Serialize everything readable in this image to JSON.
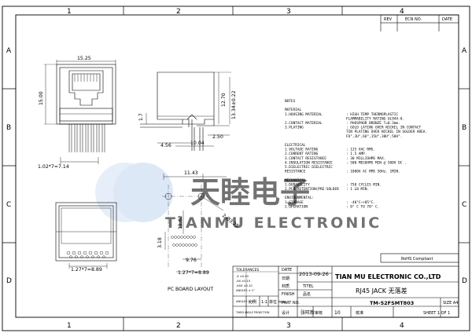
{
  "watermark": {
    "brand_cn": "天睦电子",
    "brand_en": "TIANMU ELECTRONIC"
  },
  "zones": {
    "cols": [
      "1",
      "2",
      "3",
      "4"
    ],
    "rows": [
      "A",
      "B",
      "C",
      "D"
    ]
  },
  "revision": {
    "headers": [
      "REV",
      "ECN NO.",
      "DATE"
    ]
  },
  "front_view": {
    "width_dim": "15.25",
    "height_dim": "15.00",
    "pin_pitch_dim": "1.02*7=7.14"
  },
  "side_view": {
    "dims": [
      "1.7",
      "4.56",
      "10.04",
      "12.70",
      "13.34±0.22",
      "2.50"
    ]
  },
  "bottom_view": {
    "pin_pitch_dim": "1.27*7=8.89"
  },
  "pcb_layout": {
    "dims": [
      "11.43",
      "2-Ø3.25",
      "11.62",
      "3.18",
      "9.76",
      "1.27*7=8.89"
    ],
    "caption": "PC BOARD LAYOUT"
  },
  "notes": [
    {
      "label": "NOTES",
      "value": ""
    },
    {
      "label": "",
      "value": ""
    },
    {
      "label": "MATERIAL",
      "value": ""
    },
    {
      "label": "1.HOUSING MATERIAL",
      "value": ": HIGH TEMP THERMOPLASTIC"
    },
    {
      "label": "",
      "value": "  FLAMMABILITY RATING UL94V-0."
    },
    {
      "label": "2.CONTACT MATERIAL",
      "value": ": PHOSPHOR BRONZE T=0.3mm."
    },
    {
      "label": "3.PLATING",
      "value": ": GOLD LATING OVER NICKEL IN CONTACT"
    },
    {
      "label": "",
      "value": "  TIN PLATING OVER NICKEL IN SOLDER AREA."
    },
    {
      "label": "",
      "value": "  FU\",3U\",6U\",15U\",30U\",50U\"."
    },
    {
      "label": "",
      "value": ""
    },
    {
      "label": "ELECTRICAL",
      "value": ""
    },
    {
      "label": "1.VOLTAGE RATING",
      "value": ": 125 VAC RMS."
    },
    {
      "label": "2.CURRENT RATING",
      "value": ": 1.5 AMP."
    },
    {
      "label": "3.CONTACT RESISTANCE",
      "value": ": 30 MILLIOHMS MAX."
    },
    {
      "label": "4.INSULATION RESISTANCE",
      "value": ": 500 MEGOHMS MIN @ 500V DC ."
    },
    {
      "label": "5.DIELECTRIC DIELECTRIC",
      "value": ""
    },
    {
      "label": "  RESISTANCE",
      "value": ": 1000V AC RMS 50Hz. 1MIN."
    },
    {
      "label": "",
      "value": ""
    },
    {
      "label": "MECHANICAL",
      "value": ""
    },
    {
      "label": "1.DURABILITY",
      "value": ": 750 CYCLES MIN."
    },
    {
      "label": "2.PCB RETENTION(PRE-SOLDER",
      "value": ": 1 LB MIN."
    },
    {
      "label": "",
      "value": ""
    },
    {
      "label": "ENVIRONMENTAL:",
      "value": ""
    },
    {
      "label": "1.STORAGE",
      "value": ": -40°C~+85°C."
    },
    {
      "label": "2.OPERATION",
      "value": ": 0° C TO 70° C."
    }
  ],
  "rohs": "RoHS Compliant",
  "title_block": {
    "tolerances_label": "TOLERANCES",
    "tolerances": [
      ".X   ±0.20",
      ".XX  ±0.15",
      ".XXX ±0.10",
      "ANGLES ± 1°"
    ],
    "angles_label": "ANGLES ± 1°",
    "projection_label": "THIRD ANGLE PROJECTION",
    "scale_label": "比例",
    "scale_value": "1:1",
    "unit_label": "单位 mm",
    "date_label": "DATE",
    "date_cn": "日期",
    "date_value": "2013-09-26",
    "material_label": "材质",
    "finish_label": "FINISH",
    "part_no_label": "PART NO.",
    "design_label": "设计",
    "designer": "张旺新",
    "check_label": "审核",
    "company": "TIAN MU ELECTRONIC CO.,LTD",
    "title_label": "TITEL",
    "title_cn": "品名",
    "product_title": "RJ45 JACK 无落差",
    "part_number": "TM-52FSMT803",
    "size_label": "SIZE A4",
    "sheet_count": "10",
    "approved_label": "核准",
    "sheet_label": "SHEET 1 OF 1"
  }
}
